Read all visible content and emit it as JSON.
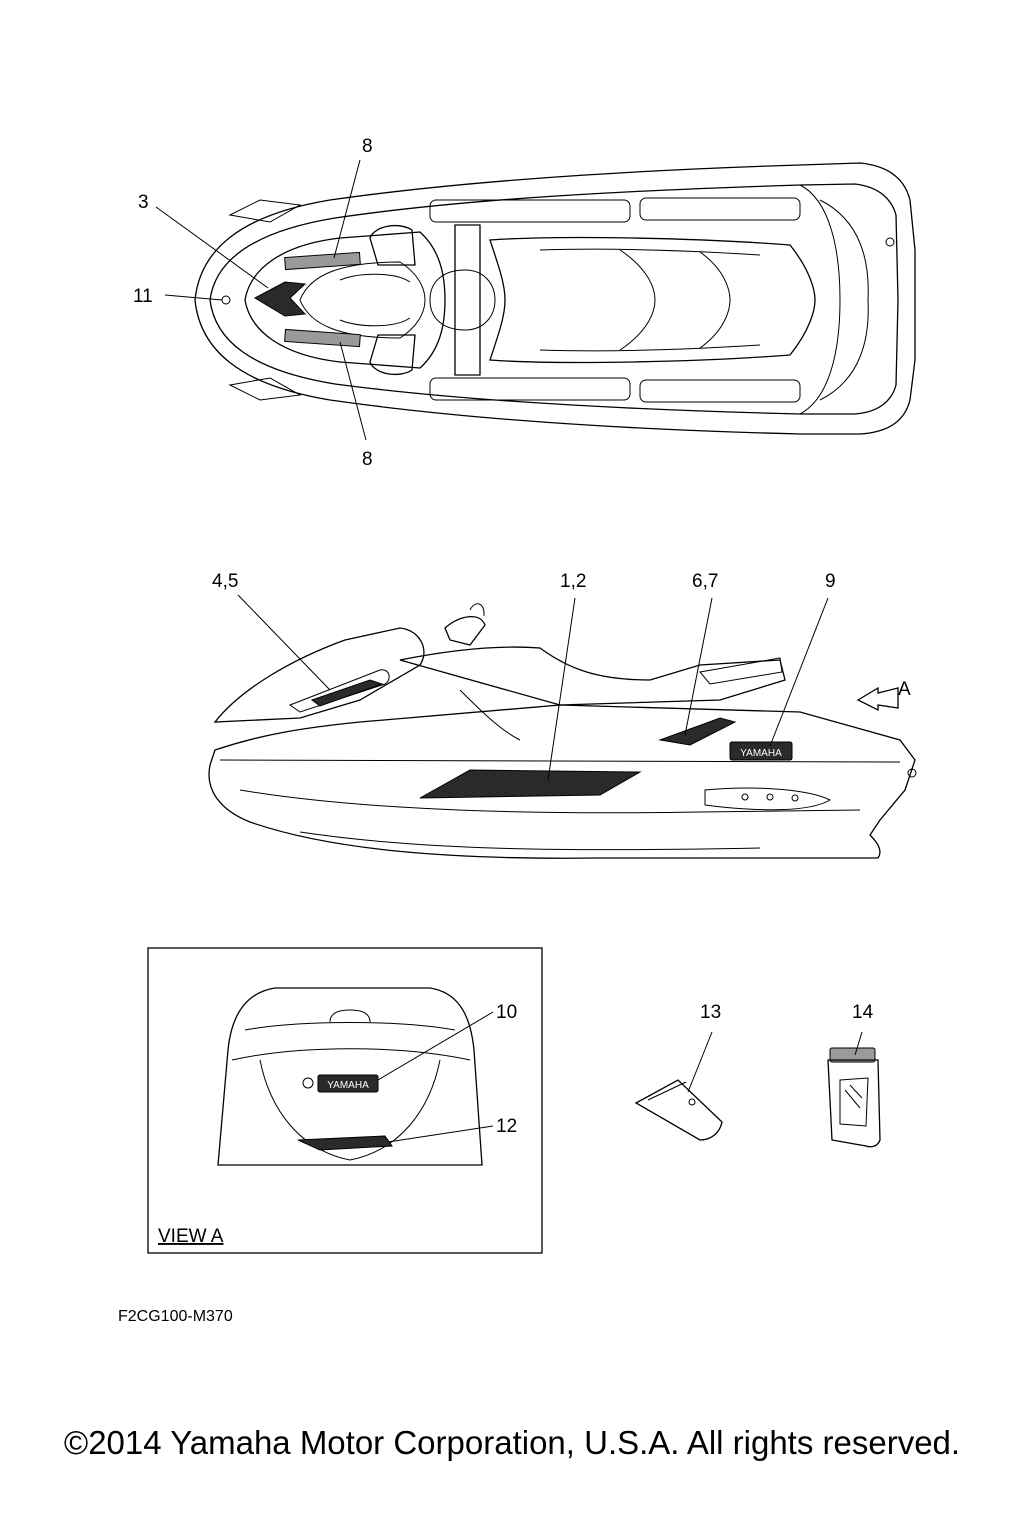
{
  "callouts": {
    "top_8_upper": "8",
    "top_3": "3",
    "top_11": "11",
    "top_8_lower": "8",
    "side_4_5": "4,5",
    "side_1_2": "1,2",
    "side_6_7": "6,7",
    "side_9": "9",
    "side_A": "A",
    "view_10": "10",
    "view_12": "12",
    "item_13": "13",
    "item_14": "14"
  },
  "view_label": "VIEW A",
  "diagram_code": "F2CG100-M370",
  "copyright": "©2014 Yamaha Motor Corporation, U.S.A. All rights reserved."
}
